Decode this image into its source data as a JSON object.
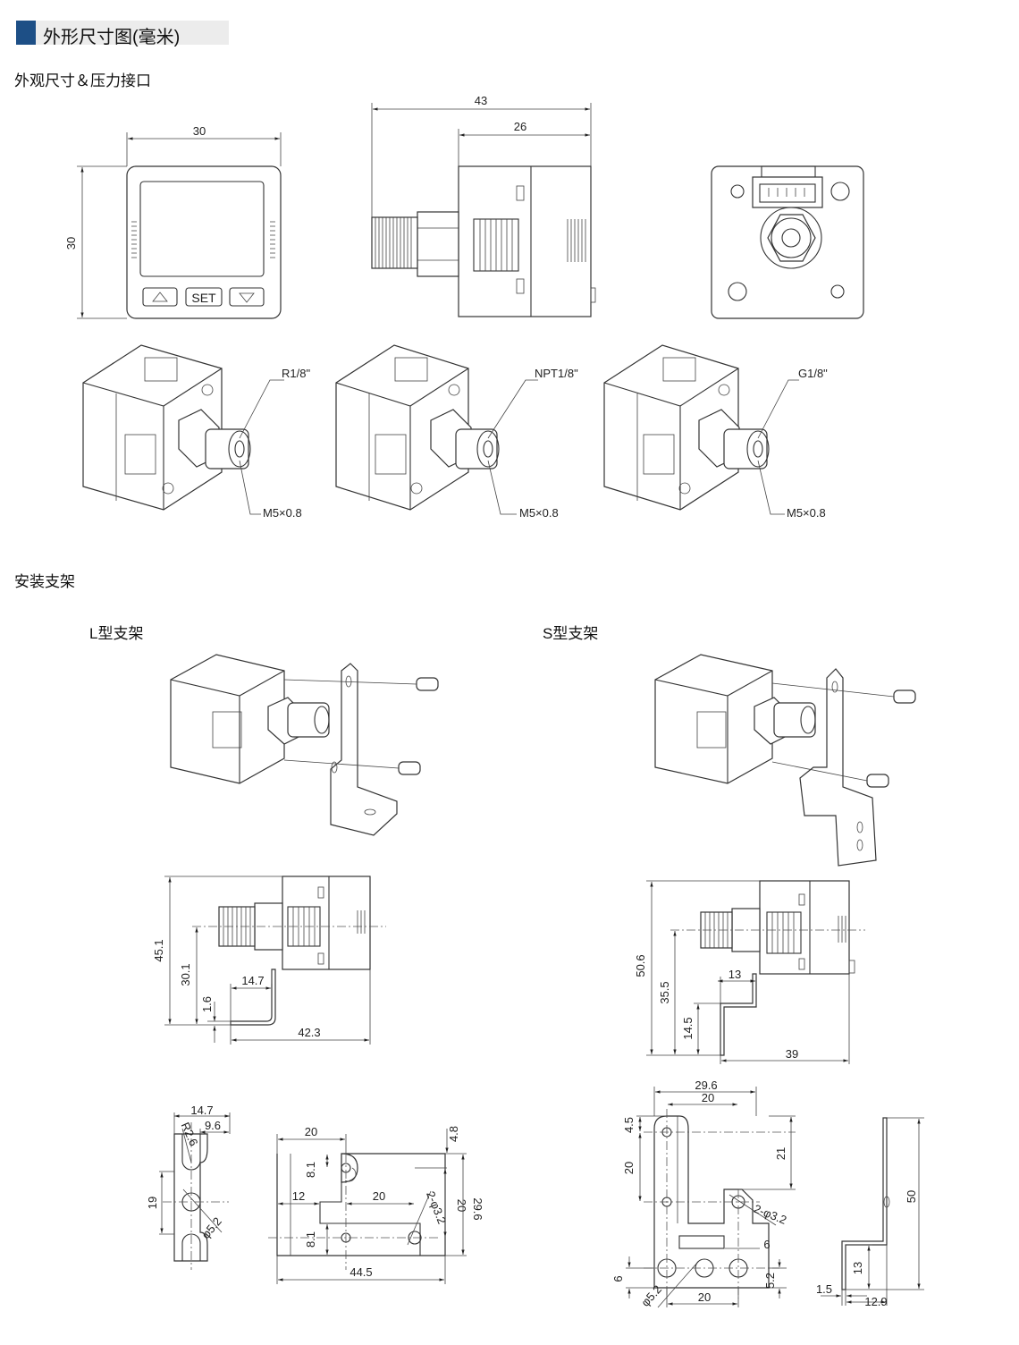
{
  "header": {
    "title": "外形尺寸图(毫米)"
  },
  "sections": {
    "outline": "外观尺寸＆压力接口",
    "mounting": "安装支架",
    "l_bracket": "L型支架",
    "s_bracket": "S型支架"
  },
  "front_view": {
    "width": "30",
    "height": "30",
    "set_label": "SET"
  },
  "side_view": {
    "overall": "43",
    "body": "26"
  },
  "thread_variants": [
    {
      "port": "R1/8\"",
      "sub": "M5×0.8"
    },
    {
      "port": "NPT1/8\"",
      "sub": "M5×0.8"
    },
    {
      "port": "G1/8\"",
      "sub": "M5×0.8"
    }
  ],
  "l_side_dims": {
    "height": "45.1",
    "center": "30.1",
    "thickness": "1.6",
    "offset": "14.7",
    "depth": "42.3"
  },
  "s_side_dims": {
    "height": "50.6",
    "center": "35.5",
    "lower": "14.5",
    "step": "13",
    "depth": "39"
  },
  "l_flat_dims": {
    "w": "14.7",
    "slot": "9.6",
    "radius": "R2.6",
    "h": "19",
    "hole": "φ5.2",
    "top": "20",
    "gap": "4.8",
    "y1": "8.1",
    "left": "12",
    "mid": "20",
    "holes": "2-φ3.2",
    "pitch": "20",
    "total": "29.6",
    "y2": "8.1",
    "length": "44.5"
  },
  "s_flat_dims": {
    "outer": "29.6",
    "inner": "20",
    "top": "4.5",
    "pitch": "20",
    "right": "21",
    "holes": "2-φ3.2",
    "six": "6",
    "six2": "6",
    "b20": "20",
    "hole": "φ5.2",
    "r52": "5.2",
    "tall": "50",
    "thick": "1.5",
    "foot": "12.9",
    "step": "13"
  }
}
